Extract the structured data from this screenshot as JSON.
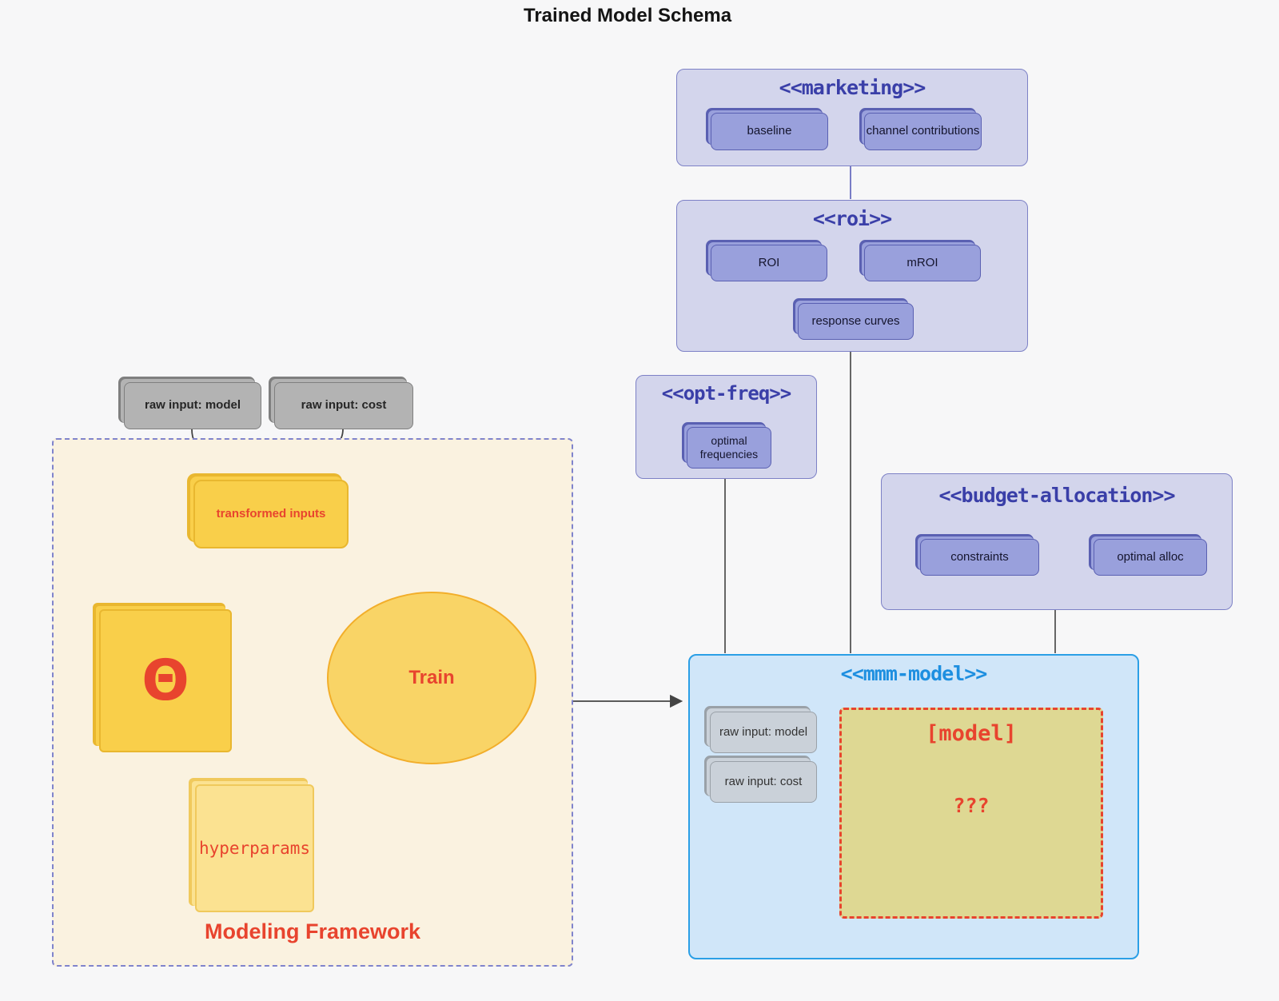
{
  "title": "Trained Model Schema",
  "colors": {
    "accent_red": "#e8442e",
    "package_purple_fill": "#d3d5ec",
    "package_purple_border": "#7d81c6",
    "package_title_purple": "#3a3fa8",
    "card_purple": "#99a0dc",
    "mmm_blue_fill": "#d0e6f9",
    "mmm_blue_border": "#2b9fe6",
    "mmm_title_blue": "#1e8fe0",
    "framework_cream": "#faf2e0",
    "gold": "#f9cf4a",
    "khaki_model_box": "#ded893",
    "gray_card": "#b3b3b3"
  },
  "marketing": {
    "title": "<<marketing>>",
    "cards": [
      "baseline",
      "channel contributions"
    ]
  },
  "roi": {
    "title": "<<roi>>",
    "cards": [
      "ROI",
      "mROI"
    ],
    "extra_card": "response curves"
  },
  "opt_freq": {
    "title": "<<opt-freq>>",
    "card": "optimal frequencies"
  },
  "budget_allocation": {
    "title": "<<budget-allocation>>",
    "cards": [
      "constraints",
      "optimal alloc"
    ]
  },
  "mmm_model": {
    "title": "<<mmm-model>>",
    "inputs": [
      "raw input: model",
      "raw input: cost"
    ],
    "model_box": {
      "label": "[model]",
      "placeholder": "???"
    }
  },
  "framework": {
    "label": "Modeling Framework",
    "raw_inputs": [
      "raw input: model",
      "raw input: cost"
    ],
    "transformed": "transformed inputs",
    "theta": "Θ",
    "train": "Train",
    "hyperparams": "hyperparams"
  }
}
